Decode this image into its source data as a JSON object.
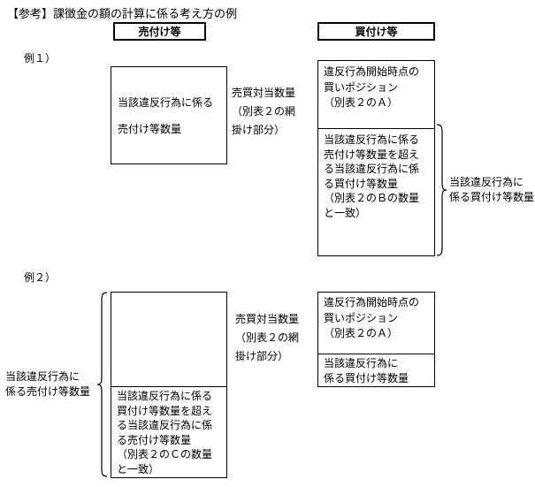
{
  "title": "【参考】課徴金の額の計算に係る考え方の例",
  "column_headers": {
    "sell": "売付け等",
    "buy": "買付け等"
  },
  "example1": {
    "label": "例１）",
    "sell_quantity_box": [
      "当該違反行為に係る",
      "売付け等数量"
    ],
    "matched_quantity_label": [
      "売買対当数量",
      "（別表２の網",
      "掛け部分）"
    ],
    "initial_position_cell": [
      "違反行為開始時点の",
      "買いポジション",
      "（別表２のＡ）"
    ],
    "excess_buy_cell": [
      "当該違反行為に係る",
      "売付け等数量を超え",
      "る当該違反行為に係",
      "る買付け等数量",
      "（別表２のＢの数量",
      "と一致）"
    ],
    "brace_label": [
      "当該違反行為に",
      "係る買付け等数量"
    ]
  },
  "example2": {
    "label": "例２）",
    "matched_quantity_label": [
      "売買対当数量",
      "（別表２の網",
      "掛け部分）"
    ],
    "excess_sell_cell": [
      "当該違反行為に係る",
      "買付け等数量を超え",
      "る当該違反行為に係",
      "る売付け等数量",
      "（別表２のＣの数量",
      "と一致）"
    ],
    "initial_position_cell": [
      "違反行為開始時点の",
      "買いポジション",
      "（別表２のＡ）"
    ],
    "violation_buy_cell": [
      "当該違反行為に",
      "係る買付け等数量"
    ],
    "brace_label": [
      "当該違反行為に",
      "係る売付け等数量"
    ]
  },
  "colors": {
    "background": "#ffffff",
    "border": "#000000",
    "text": "#000000"
  }
}
